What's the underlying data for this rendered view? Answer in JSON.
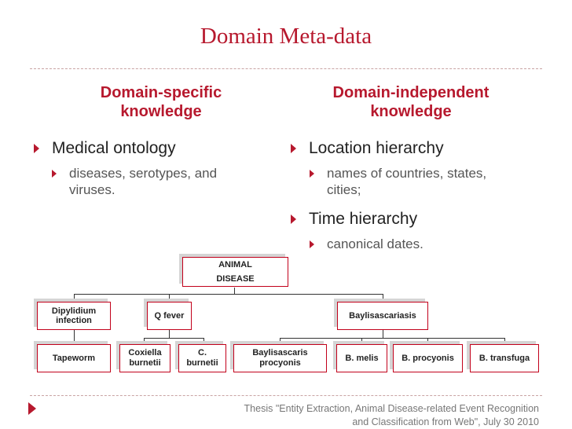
{
  "slide": {
    "title": "Domain Meta-data",
    "left": {
      "heading_line1": "Domain-specific",
      "heading_line2": "knowledge",
      "bullet": "Medical ontology",
      "sub_line1": "diseases, serotypes, and",
      "sub_line2": "viruses."
    },
    "right": {
      "heading_line1": "Domain-independent",
      "heading_line2": "knowledge",
      "bullet1": "Location hierarchy",
      "bullet1_sub_line1": "names of countries, states,",
      "bullet1_sub_line2": "cities;",
      "bullet2": "Time hierarchy",
      "bullet2_sub": "canonical dates."
    },
    "tree": {
      "root_line1": "ANIMAL",
      "root_line2": "DISEASE",
      "dipylidium_line1": "Dipylidium",
      "dipylidium_line2": "infection",
      "qfever": "Q fever",
      "baylisascariasis": "Baylisascariasis",
      "tapeworm": "Tapeworm",
      "coxiella_line1": "Coxiella",
      "coxiella_line2": "burnetii",
      "cburnetii_line1": "C.",
      "cburnetii_line2": "burnetii",
      "procyonis_line1": "Baylisascaris",
      "procyonis_line2": "procyonis",
      "bmelis": "B. melis",
      "bprocyonis": "B. procyonis",
      "btransfuga": "B. transfuga"
    },
    "footer_line1": "Thesis \"Entity Extraction, Animal Disease-related Event Recognition",
    "footer_line2": "and Classification from Web\", July 30 2010",
    "accent_color": "#b7192e"
  }
}
